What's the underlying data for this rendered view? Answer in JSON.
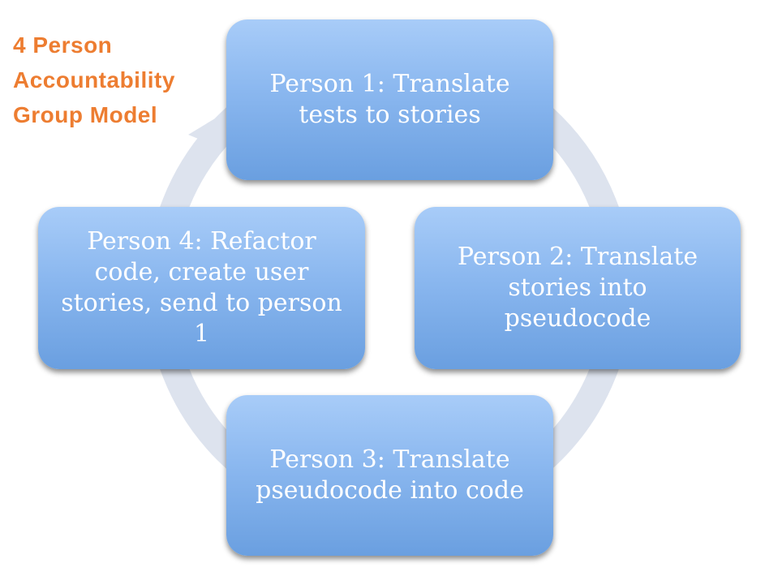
{
  "title": {
    "lines": [
      "4 Person",
      "Accountability",
      "Group Model"
    ]
  },
  "colors": {
    "title": "#ed7d31",
    "box_top": "#a8ccf8",
    "box_bottom": "#6a9fe0",
    "cycle_arrow": "#dde3ee",
    "box_text": "#ffffff"
  },
  "steps": [
    {
      "lines": [
        "Person 1: Translate",
        "tests to stories"
      ]
    },
    {
      "lines": [
        "Person 2: Translate",
        "stories into",
        "pseudocode"
      ]
    },
    {
      "lines": [
        "Person 3: Translate",
        "pseudocode into code"
      ]
    },
    {
      "lines": [
        "Person 4: Refactor",
        "code, create user",
        "stories, send to person",
        "1"
      ]
    }
  ]
}
